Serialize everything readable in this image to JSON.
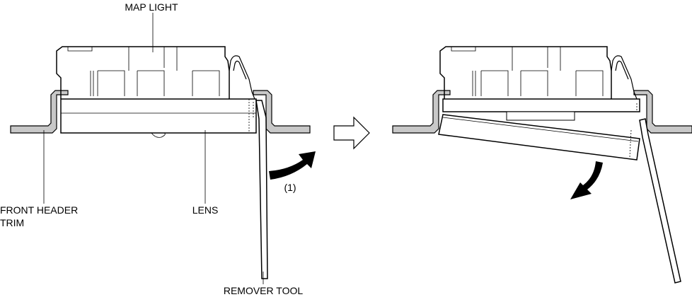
{
  "labels": {
    "map_light": "MAP LIGHT",
    "front_header_trim_line1": "FRONT HEADER",
    "front_header_trim_line2": "TRIM",
    "lens": "LENS",
    "remover_tool": "REMOVER TOOL",
    "step": "(1)"
  }
}
